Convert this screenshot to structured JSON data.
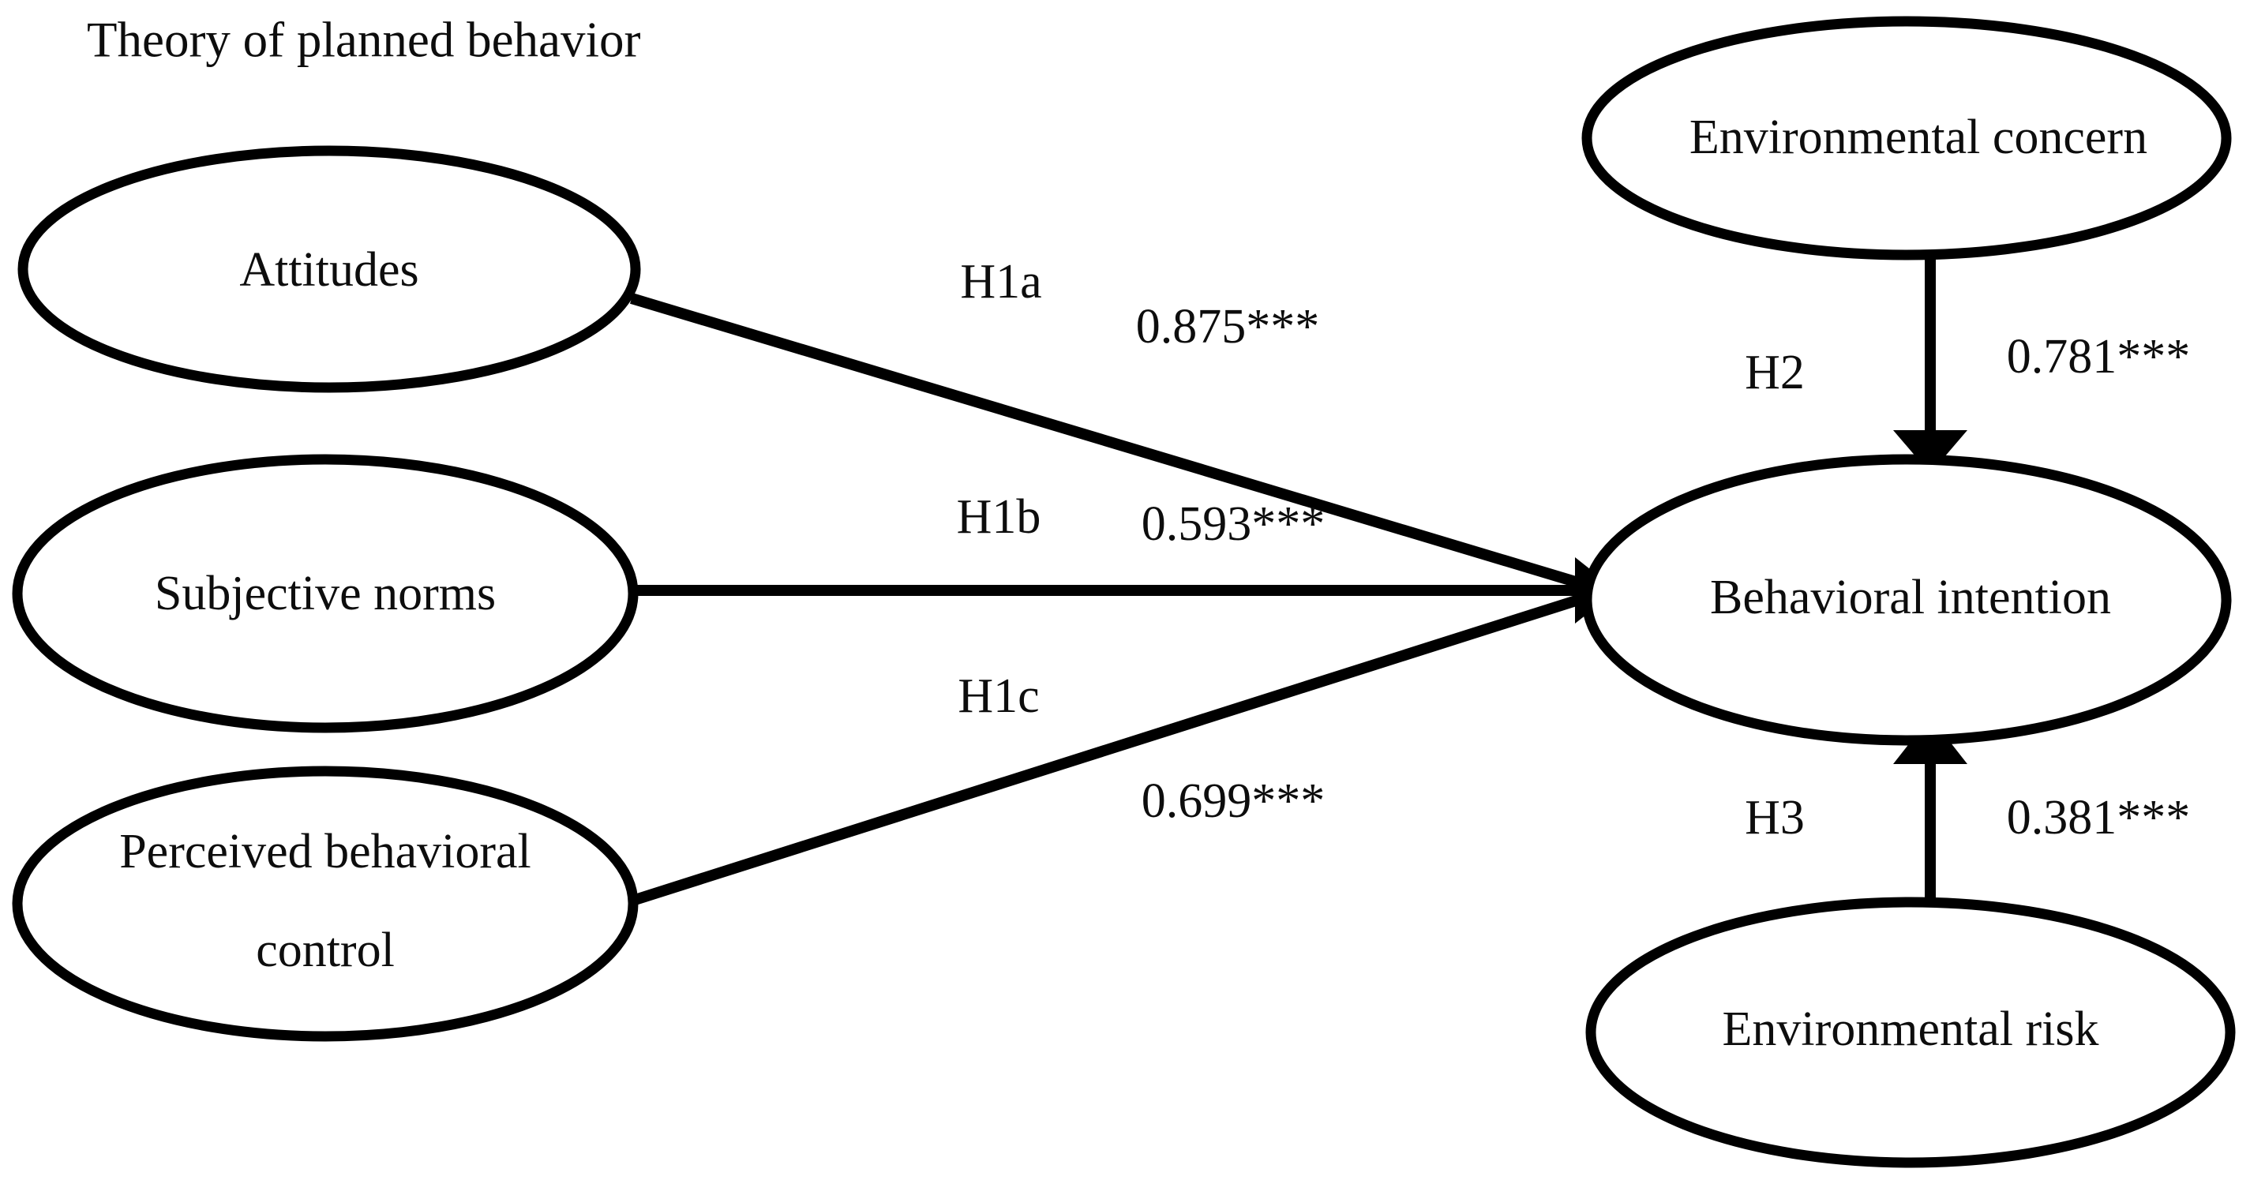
{
  "figure": {
    "title": "Theory of planned behavior",
    "accent_color": "#000000",
    "background_color": "#ffffff"
  },
  "nodes": {
    "attitudes": {
      "label": "Attitudes"
    },
    "subjective_norms": {
      "label": "Subjective norms"
    },
    "perceived_behavioral_control": {
      "label_line1": "Perceived behavioral",
      "label_line2": "control"
    },
    "behavioral_intention": {
      "label": "Behavioral intention"
    },
    "environmental_concern": {
      "label": "Environmental concern"
    },
    "environmental_risk": {
      "label": "Environmental risk"
    }
  },
  "paths": {
    "h1a": {
      "hypothesis": "H1a",
      "coefficient": "0.875***"
    },
    "h1b": {
      "hypothesis": "H1b",
      "coefficient": "0.593***"
    },
    "h1c": {
      "hypothesis": "H1c",
      "coefficient": "0.699***"
    },
    "h2": {
      "hypothesis": "H2",
      "coefficient": "0.781***"
    },
    "h3": {
      "hypothesis": "H3",
      "coefficient": "0.381***"
    }
  },
  "chart_data": {
    "type": "diagram",
    "title": "Theory of planned behavior",
    "subtype": "structural-equation-model",
    "nodes": [
      "Attitudes",
      "Subjective norms",
      "Perceived behavioral control",
      "Behavioral intention",
      "Environmental concern",
      "Environmental risk"
    ],
    "edges": [
      {
        "id": "H1a",
        "from": "Attitudes",
        "to": "Behavioral intention",
        "value": 0.875,
        "label": "0.875***",
        "significance": "***"
      },
      {
        "id": "H1b",
        "from": "Subjective norms",
        "to": "Behavioral intention",
        "value": 0.593,
        "label": "0.593***",
        "significance": "***"
      },
      {
        "id": "H1c",
        "from": "Perceived behavioral control",
        "to": "Behavioral intention",
        "value": 0.699,
        "label": "0.699***",
        "significance": "***"
      },
      {
        "id": "H2",
        "from": "Environmental concern",
        "to": "Behavioral intention",
        "value": 0.781,
        "label": "0.781***",
        "significance": "***"
      },
      {
        "id": "H3",
        "from": "Environmental risk",
        "to": "Behavioral intention",
        "value": 0.381,
        "label": "0.381***",
        "significance": "***"
      }
    ]
  }
}
